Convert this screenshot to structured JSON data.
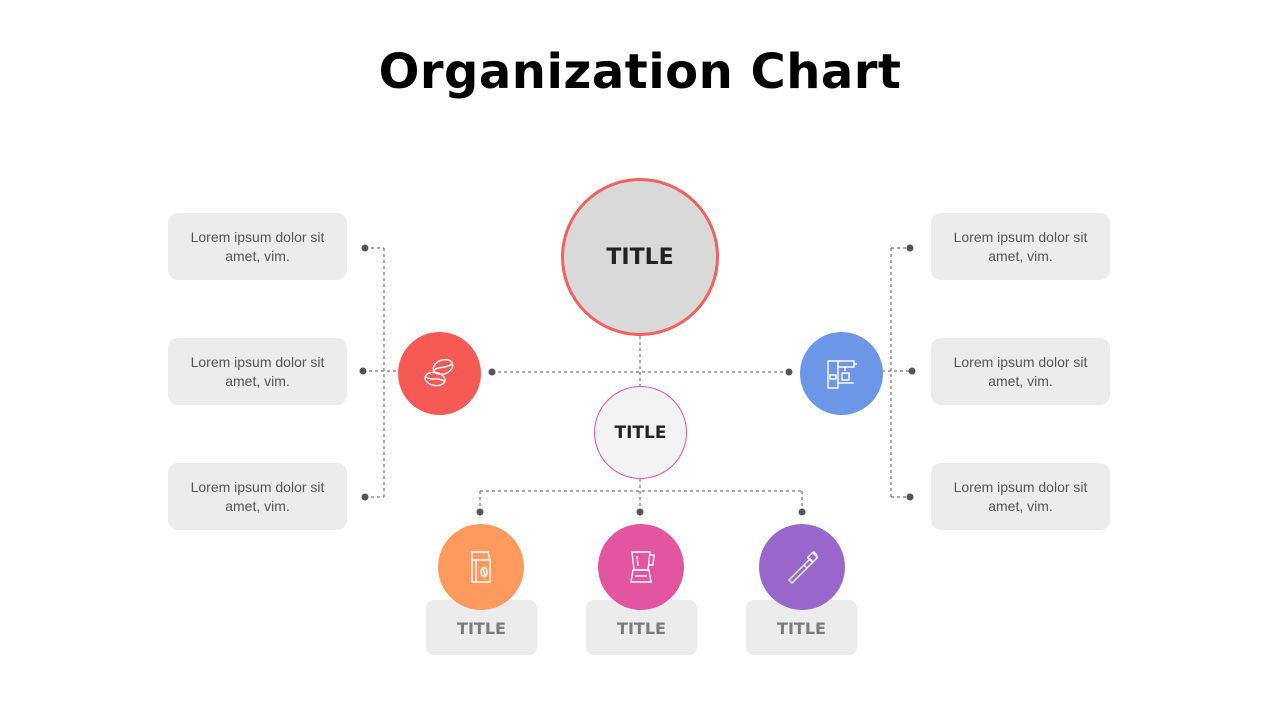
{
  "title": "Organization Chart",
  "main_node": {
    "label": "TITLE"
  },
  "center_node": {
    "label": "TITLE"
  },
  "left_items": [
    {
      "text": "Lorem ipsum dolor sit amet, vim."
    },
    {
      "text": "Lorem ipsum dolor sit amet, vim."
    },
    {
      "text": "Lorem ipsum dolor sit amet, vim."
    }
  ],
  "right_items": [
    {
      "text": "Lorem ipsum dolor sit amet, vim."
    },
    {
      "text": "Lorem ipsum dolor sit amet, vim."
    },
    {
      "text": "Lorem ipsum dolor sit amet, vim."
    }
  ],
  "left_hub": {
    "icon": "coffee-beans-icon",
    "color": "#f65a55"
  },
  "right_hub": {
    "icon": "coffee-machine-icon",
    "color": "#6c97e6"
  },
  "bottom_nodes": [
    {
      "label": "TITLE",
      "icon": "coffee-bag-icon",
      "color": "#ff9a5e"
    },
    {
      "label": "TITLE",
      "icon": "blender-icon",
      "color": "#e4559f"
    },
    {
      "label": "TITLE",
      "icon": "portafilter-icon",
      "color": "#9966cc"
    }
  ]
}
